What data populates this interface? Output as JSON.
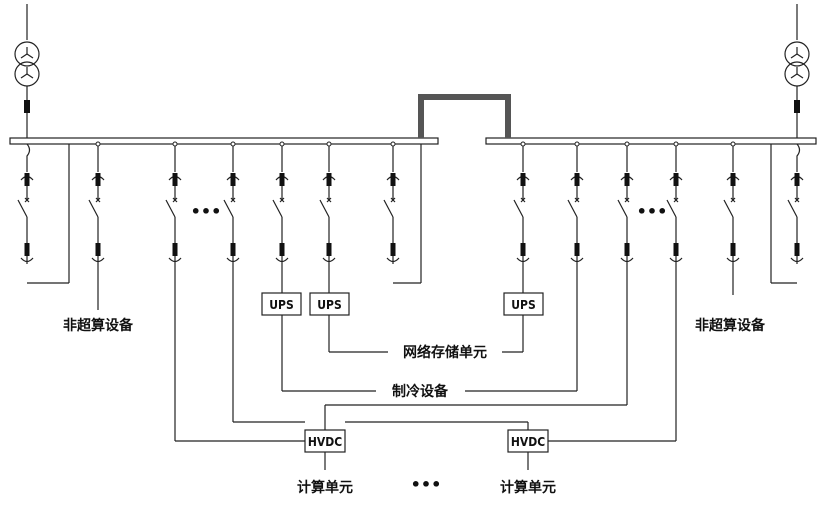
{
  "labels": {
    "non_super_left": "非超算设备",
    "non_super_right": "非超算设备",
    "storage": "网络存储单元",
    "cooling": "制冷设备",
    "compute_left": "计算单元",
    "compute_right": "计算单元"
  },
  "boxes": {
    "ups": "UPS",
    "hvdc": "HVDC"
  },
  "ellipsis": "•••"
}
